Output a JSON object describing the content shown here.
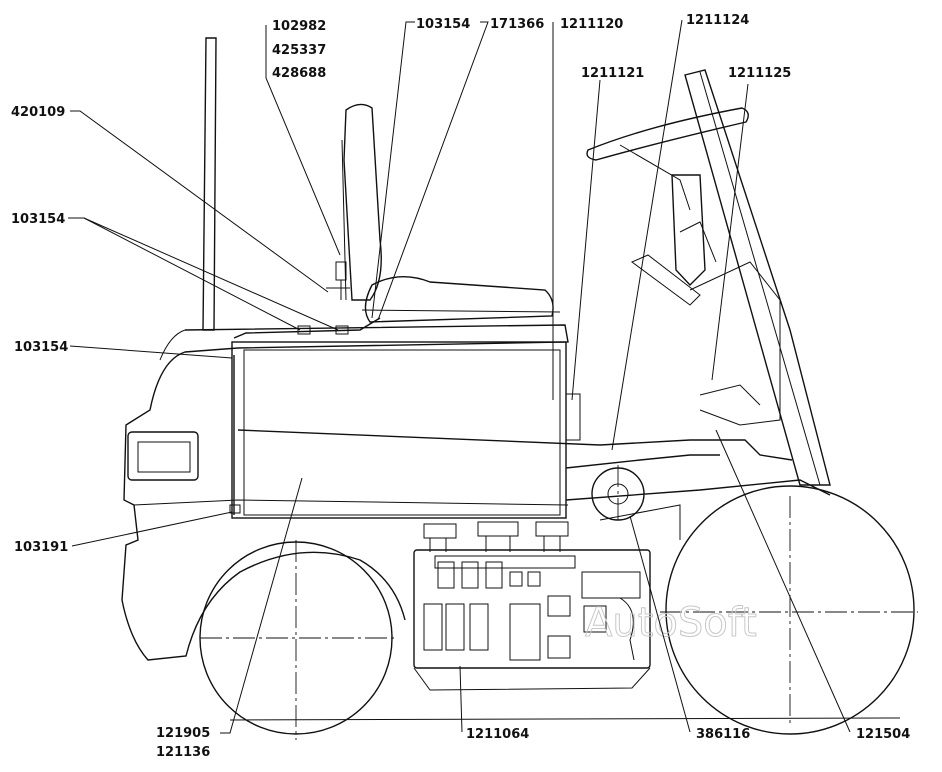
{
  "labels": {
    "p102982": "102982",
    "p425337": "425337",
    "p428688": "428688",
    "p103154_top": "103154",
    "p171366": "171366",
    "p1211120": "1211120",
    "p1211124": "1211124",
    "p1211121": "1211121",
    "p1211125": "1211125",
    "p420109": "420109",
    "p103154_left": "103154",
    "p103154_mid": "103154",
    "p103191": "103191",
    "p121905": "121905",
    "p121136": "121136",
    "p1211064": "1211064",
    "p386116": "386116",
    "p121504": "121504"
  },
  "watermark": "AutoSoft",
  "colors": {
    "ink": "#111111",
    "background": "#ffffff",
    "watermark": "#c8c8c8"
  }
}
